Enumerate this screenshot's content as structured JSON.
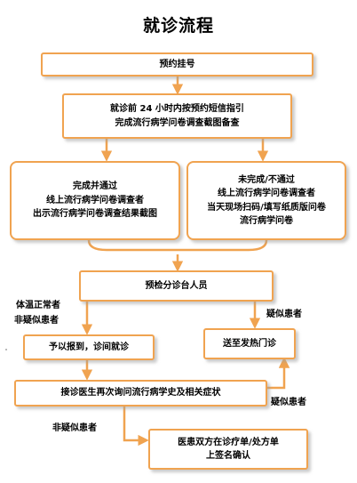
{
  "title": "就诊流程",
  "steps": {
    "book": "预约挂号",
    "survey_line1": "就诊前 24 小时内按预约短信指引",
    "survey_line2": "完成流行病学问卷调查截图备查",
    "done_line1": "完成并通过",
    "done_line2": "线上流行病学问卷调查者",
    "done_line3": "出示流行病学问卷调查结果截图",
    "undone_line1": "未完成/不通过",
    "undone_line2": "线上流行病学问卷调查者",
    "undone_line3": "当天现场扫码/填写纸质版问卷",
    "undone_line4": "流行病学问卷",
    "triage": "预检分诊台人员",
    "register": "予以报到，诊间就诊",
    "fever": "送至发热门诊",
    "recheck": "接诊医生再次询问流行病学史及相关症状",
    "sign_line1": "医患双方在诊疗单/处方单",
    "sign_line2": "上签名确认"
  },
  "notes": {
    "normal_temp": "体温正常者",
    "non_suspect_1": "非疑似患者",
    "suspect_1": "疑似患者",
    "suspect_2": "疑似患者",
    "non_suspect_2": "非疑似患者"
  },
  "colors": {
    "border": "#f0a350",
    "arrow": "#f0a350"
  }
}
